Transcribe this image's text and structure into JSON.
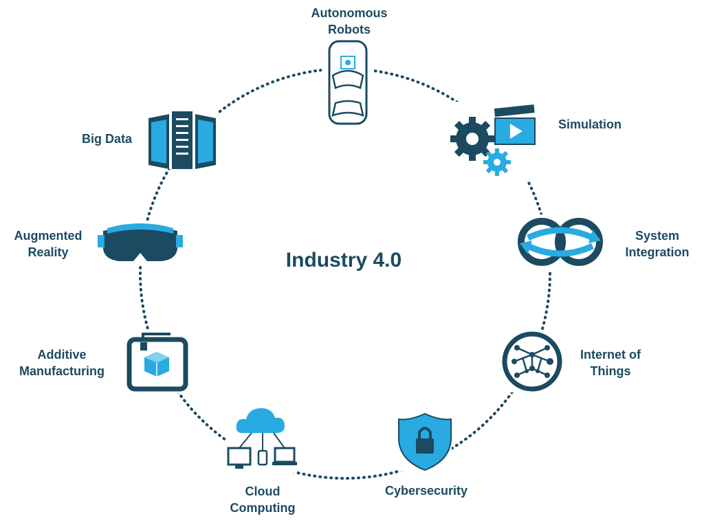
{
  "diagram": {
    "title": "Industry 4.0",
    "colors": {
      "dark": "#1b4a61",
      "accent": "#29aae1",
      "ring": "#1b4a61"
    },
    "nodes": [
      {
        "id": "autonomous-robots",
        "label": "Autonomous\nRobots",
        "icon": "self-driving-car-icon"
      },
      {
        "id": "simulation",
        "label": "Simulation",
        "icon": "gears-clapperboard-icon"
      },
      {
        "id": "system-integration",
        "label": "System\nIntegration",
        "icon": "linked-rings-icon"
      },
      {
        "id": "internet-of-things",
        "label": "Internet of\nThings",
        "icon": "network-globe-icon"
      },
      {
        "id": "cybersecurity",
        "label": "Cybersecurity",
        "icon": "shield-lock-icon"
      },
      {
        "id": "cloud-computing",
        "label": "Cloud\nComputing",
        "icon": "cloud-devices-icon"
      },
      {
        "id": "additive-manufacturing",
        "label": "Additive\nManufacturing",
        "icon": "3d-printer-icon"
      },
      {
        "id": "augmented-reality",
        "label": "Augmented\nReality",
        "icon": "vr-headset-icon"
      },
      {
        "id": "big-data",
        "label": "Big Data",
        "icon": "server-racks-icon"
      }
    ]
  }
}
